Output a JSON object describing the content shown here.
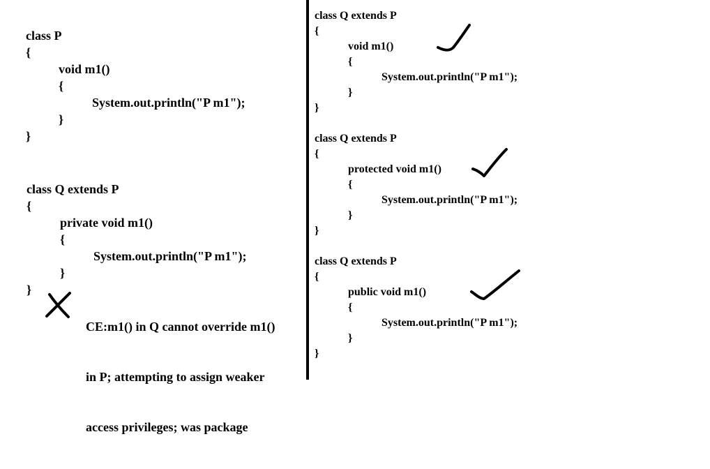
{
  "left": {
    "base_class": {
      "header": "class P",
      "open_brace": "{",
      "method_sig": "void m1()",
      "method_open": "{",
      "statement": "System.out.println(\"P m1\");",
      "method_close": "}",
      "close_brace": "}"
    },
    "invalid_override": {
      "header": "class Q extends P",
      "open_brace": "{",
      "method_sig": "private void m1()",
      "method_open": "{",
      "statement": "System.out.println(\"P m1\");",
      "method_close": "}",
      "close_brace": "}",
      "error_lines": [
        "CE:m1() in Q cannot override m1()",
        "in P; attempting to assign weaker",
        "access privileges; was package"
      ],
      "status_icon": "cross-mark-icon"
    }
  },
  "right": {
    "valid_overrides": [
      {
        "header": "class Q extends P",
        "open_brace": "{",
        "method_sig": "void m1()",
        "method_open": "{",
        "statement": "System.out.println(\"P m1\");",
        "method_close": "}",
        "close_brace": "}",
        "status_icon": "check-mark-icon"
      },
      {
        "header": "class Q extends P",
        "open_brace": "{",
        "method_sig": "protected void m1()",
        "method_open": "{",
        "statement": "System.out.println(\"P m1\");",
        "method_close": "}",
        "close_brace": "}",
        "status_icon": "check-mark-icon"
      },
      {
        "header": "class Q extends P",
        "open_brace": "{",
        "method_sig": "public void m1()",
        "method_open": "{",
        "statement": "System.out.println(\"P m1\");",
        "method_close": "}",
        "close_brace": "}",
        "status_icon": "check-mark-icon"
      }
    ]
  },
  "colors": {
    "ink": "#000000",
    "background": "#ffffff"
  }
}
